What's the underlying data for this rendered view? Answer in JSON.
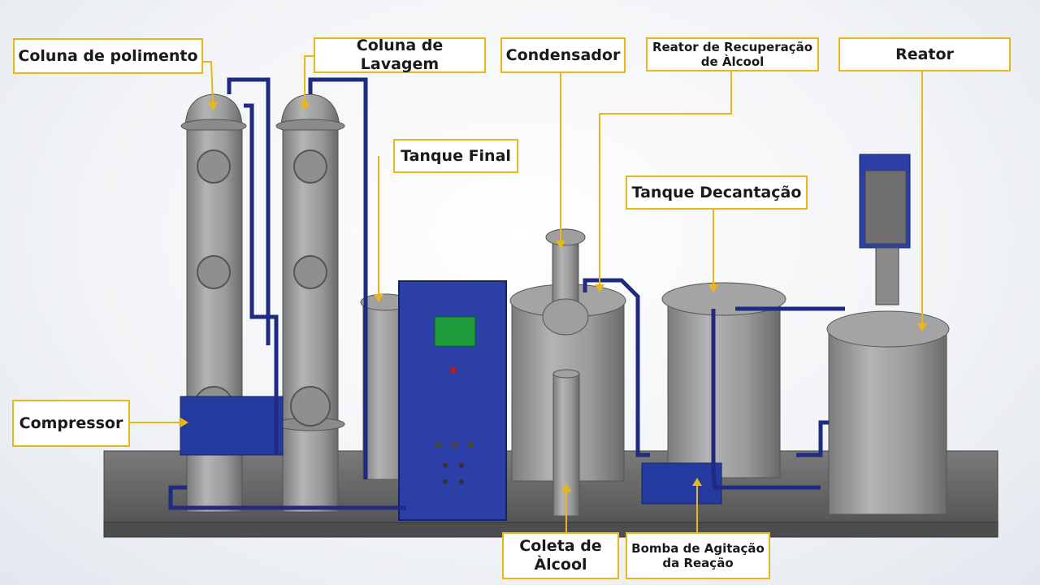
{
  "labels": {
    "coluna_polimento": "Coluna de polimento",
    "coluna_lavagem": "Coluna de Lavagem",
    "condensador": "Condensador",
    "reator_recuperacao": "Reator de Recuperação\nde Àlcool",
    "reator": "Reator",
    "tanque_final": "Tanque Final",
    "tanque_decantacao": "Tanque Decantação",
    "compressor": "Compressor",
    "coleta_alcool": "Coleta de\nÀlcool",
    "bomba_agitacao": "Bomba de Agitação\nda Reação"
  },
  "colors": {
    "label_border": "#e8b81a",
    "arrow": "#e8b81a",
    "vessel": "#9c9c9c",
    "pipe": "#1f2a80",
    "panel": "#2c3fa6",
    "screen": "#1e9a3a",
    "base": "#6e6e6e"
  }
}
